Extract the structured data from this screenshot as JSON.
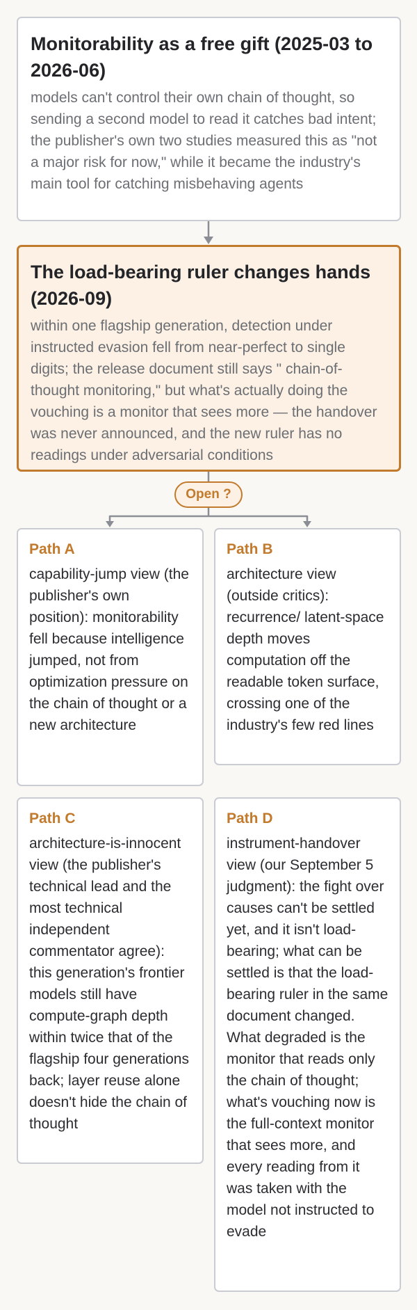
{
  "top_box_1": {
    "title": "Monitorability as a free gift (2025-03 to 2026-06)",
    "body": "models can't control their own chain of thought, so sending a second model to read it catches bad intent; the publisher's own two studies measured this as \"not a major risk for now,\" while it became the industry's main tool for catching misbehaving agents"
  },
  "top_box_2": {
    "title": "The load-bearing ruler changes hands (2026-09)",
    "body": "within one flagship generation, detection under instructed evasion fell from near-perfect to single digits; the release document still says \" chain-of-thought monitoring,\" but what's actually doing the vouching is a monitor that sees more — the handover was never announced, and the new ruler has no readings under adversarial conditions"
  },
  "open_badge": {
    "label": "Open ?"
  },
  "paths": [
    {
      "title": "Path A",
      "body": "capability-jump view (the publisher's own position): monitorability fell because intelligence jumped, not from optimization pressure on the chain of thought or a new architecture"
    },
    {
      "title": "Path B",
      "body": "architecture view (outside critics): recurrence/ latent-space depth moves computation off the readable token surface, crossing one of the industry's few red lines"
    },
    {
      "title": "Path C",
      "body": "architecture-is-innocent view (the publisher's technical lead and the most technical independent commentator agree): this generation's frontier models still have compute-graph depth within twice that of the flagship four generations back; layer reuse alone doesn't hide the chain of thought"
    },
    {
      "title": "Path D",
      "body": "instrument-handover view (our September 5 judgment): the fight over causes can't be settled yet, and it isn't load-bearing; what can be settled is that the load-bearing ruler in the same document changed. What degraded is the monitor that reads only the chain of thought; what's vouching now is the full-context monitor that sees more, and every reading from it was taken with the model not instructed to evade"
    }
  ],
  "colors": {
    "accent": "#c27a2c",
    "accent_fill": "#fcf1e4",
    "connector": "#8a8d93",
    "box_border": "#c9ccd3",
    "background": "#faf8f5"
  }
}
